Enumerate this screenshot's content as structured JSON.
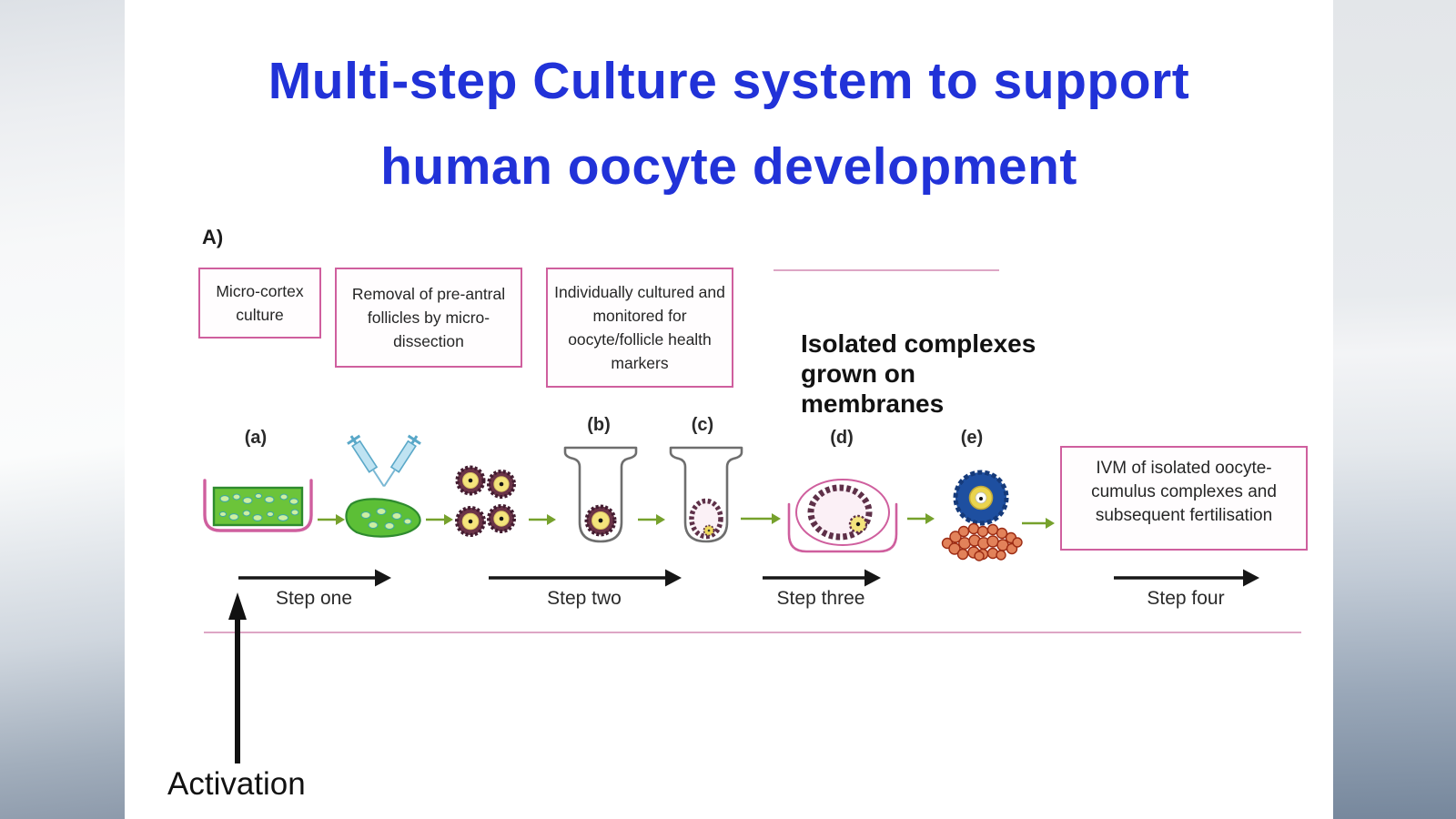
{
  "slide": {
    "title": {
      "line1": "Multi-step Culture system to support",
      "line2": "human oocyte development"
    },
    "panel_label": "A)",
    "boxes": {
      "box1": "Micro-cortex culture",
      "box2": "Removal of pre-antral follicles by micro-dissection",
      "box3": "Individually cultured and monitored for oocyte/follicle health markers",
      "ivm": "IVM of isolated oocyte-cumulus complexes and subsequent fertilisation"
    },
    "membrane_note": {
      "line1": "Isolated complexes",
      "line2": "grown on",
      "line3": "membranes"
    },
    "stage_labels": {
      "a": "(a)",
      "b": "(b)",
      "c": "(c)",
      "d": "(d)",
      "e": "(e)"
    },
    "step_labels": {
      "one": "Step one",
      "two": "Step two",
      "three": "Step three",
      "four": "Step four"
    },
    "activation_label": "Activation",
    "colors": {
      "title_blue": "#2132d8",
      "box_border_pink": "#cf5f9e",
      "divider_pink": "#dda6c5",
      "flow_arrow_green": "#76a12c",
      "step_arrow_black": "#161616",
      "follicle_ring": "#6b3448",
      "follicle_core_yellow": "#f4e47c",
      "cortex_green": "#6cc43a",
      "complex_blue": "#1e4fa0",
      "membrane_cells_orange": "#e2825a"
    }
  }
}
